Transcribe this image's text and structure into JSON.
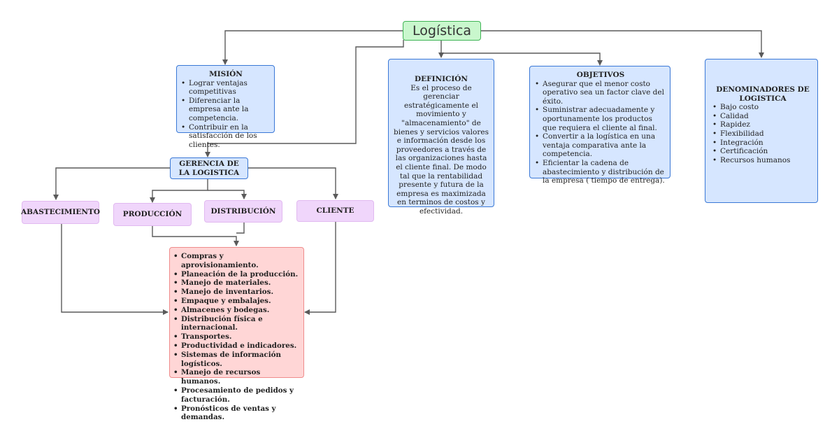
{
  "diagram": {
    "root": "Logística",
    "mision": {
      "title": "MISIÓN",
      "items": [
        "Lograr ventajas competitivas",
        "Diferenciar la empresa ante la competencia.",
        "Contribuir en la satisfacción de los clientes."
      ]
    },
    "definicion": {
      "title": "DEFINICIÓN",
      "text": "Es el proceso de gerenciar estratégicamente el movimiento y \"almacenamiento\" de bienes y servicios valores e información desde los proveedores a través de las organizaciones hasta el cliente final. De modo tal que la rentabilidad presente y futura de la empresa es maximizada en terminos de costos y efectividad."
    },
    "objetivos": {
      "title": "OBJETIVOS",
      "items": [
        "Asegurar que el menor costo operativo sea un factor clave del éxito.",
        "Suministrar adecuadamente y oportunamente los productos que requiera el cliente al final.",
        "Convertir a la logística en una ventaja comparativa ante la competencia.",
        "Eficientar  la cadena de abastecimiento y distribución de la empresa ( tiempo de entrega)."
      ]
    },
    "denominadores": {
      "title": "DENOMINADORES DE LOGISTICA",
      "items": [
        "Bajo costo",
        "Calidad",
        "Rapidez",
        "Flexibilidad",
        "Integración",
        "Certificación",
        "Recursos humanos"
      ]
    },
    "gerencia": "GERENCIA DE LA LOGISTICA",
    "abastecimiento": "ABASTECIMIENTO",
    "produccion": "PRODUCCIÓN",
    "distribucion": "DISTRIBUCIÓN",
    "cliente": "CLIENTE",
    "actividades": [
      "Compras y aprovisionamiento.",
      "Planeación de la producción.",
      "Manejo de materiales.",
      "Manejo de inventarios.",
      "Empaque y embalajes.",
      "Almacenes y bodegas.",
      "Distribución física e internacional.",
      "Transportes.",
      "Productividad e indicadores.",
      "Sistemas de información logísticos.",
      "Manejo de recursos humanos.",
      "Procesamiento de pedidos y facturación.",
      "Pronósticos de ventas y demandas."
    ],
    "colors": {
      "blue_fill": "#d6e6ff",
      "blue_border": "#3a78d6",
      "green_fill": "#c9f7cd",
      "green_border": "#3fb455",
      "pink_fill": "#f0d6fb",
      "pink_border": "#e1b9f0",
      "red_fill": "#ffd6d6",
      "red_border": "#ef8c8c",
      "connector": "#5a5a5a"
    }
  }
}
